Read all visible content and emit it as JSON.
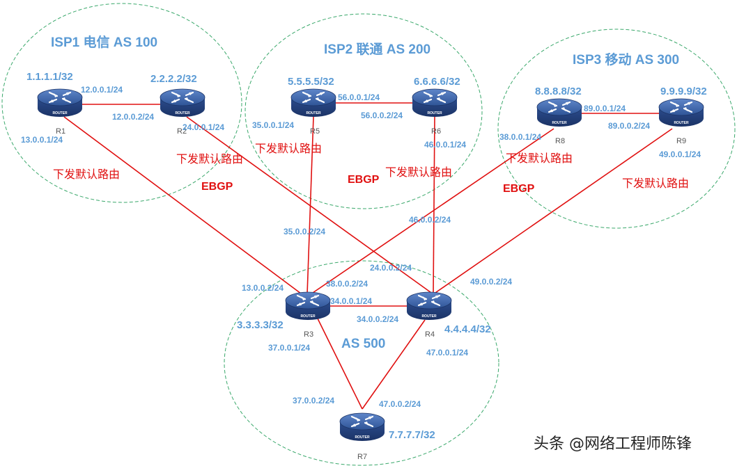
{
  "as_regions": [
    {
      "id": "isp1",
      "label": "ISP1 电信 AS 100"
    },
    {
      "id": "isp2",
      "label": "ISP2 联通 AS 200"
    },
    {
      "id": "isp3",
      "label": "ISP3 移动 AS 300"
    },
    {
      "id": "as500",
      "label": "AS 500"
    }
  ],
  "routers": [
    {
      "id": "R1",
      "name": "R1",
      "loopback": "1.1.1.1/32"
    },
    {
      "id": "R2",
      "name": "R2",
      "loopback": "2.2.2.2/32"
    },
    {
      "id": "R3",
      "name": "R3",
      "loopback": "3.3.3.3/32"
    },
    {
      "id": "R4",
      "name": "R4",
      "loopback": "4.4.4.4/32"
    },
    {
      "id": "R5",
      "name": "R5",
      "loopback": "5.5.5.5/32"
    },
    {
      "id": "R6",
      "name": "R6",
      "loopback": "6.6.6.6/32"
    },
    {
      "id": "R7",
      "name": "R7",
      "loopback": "7.7.7.7/32"
    },
    {
      "id": "R8",
      "name": "R8",
      "loopback": "8.8.8.8/32"
    },
    {
      "id": "R9",
      "name": "R9",
      "loopback": "9.9.9.9/32"
    }
  ],
  "router_icon_text": "ROUTER",
  "links": [
    {
      "a": "R1",
      "b": "R2",
      "a_ip": "12.0.0.1/24",
      "b_ip": "12.0.0.2/24"
    },
    {
      "a": "R5",
      "b": "R6",
      "a_ip": "56.0.0.1/24",
      "b_ip": "56.0.0.2/24"
    },
    {
      "a": "R8",
      "b": "R9",
      "a_ip": "89.0.0.1/24",
      "b_ip": "89.0.0.2/24"
    },
    {
      "a": "R1",
      "b": "R3",
      "a_ip": "13.0.0.1/24",
      "b_ip": "13.0.0.2/24"
    },
    {
      "a": "R2",
      "b": "R4",
      "a_ip": "24.0.0.1/24",
      "b_ip": "24.0.0.2/24"
    },
    {
      "a": "R5",
      "b": "R3",
      "a_ip": "35.0.0.1/24",
      "b_ip": "35.0.0.2/24"
    },
    {
      "a": "R6",
      "b": "R4",
      "a_ip": "46.0.0.1/24",
      "b_ip": "46.0.0.2/24"
    },
    {
      "a": "R8",
      "b": "R3",
      "a_ip": "38.0.0.1/24",
      "b_ip": "38.0.0.2/24"
    },
    {
      "a": "R9",
      "b": "R4",
      "a_ip": "49.0.0.1/24",
      "b_ip": "49.0.0.2/24"
    },
    {
      "a": "R3",
      "b": "R4",
      "a_ip": "34.0.0.1/24",
      "b_ip": "34.0.0.2/24"
    },
    {
      "a": "R3",
      "b": "R7",
      "a_ip": "37.0.0.1/24",
      "b_ip": "37.0.0.2/24"
    },
    {
      "a": "R4",
      "b": "R7",
      "a_ip": "47.0.0.1/24",
      "b_ip": "47.0.0.2/24"
    }
  ],
  "annotations": {
    "default_route": "下发默认路由",
    "ebgp": "EBGP"
  },
  "watermark": "头条 @网络工程师陈锋",
  "colors": {
    "link": "#e01010",
    "region_border": "#3aa86b",
    "ip_text": "#5b9bd5",
    "router_body": "#2a4c8f"
  }
}
